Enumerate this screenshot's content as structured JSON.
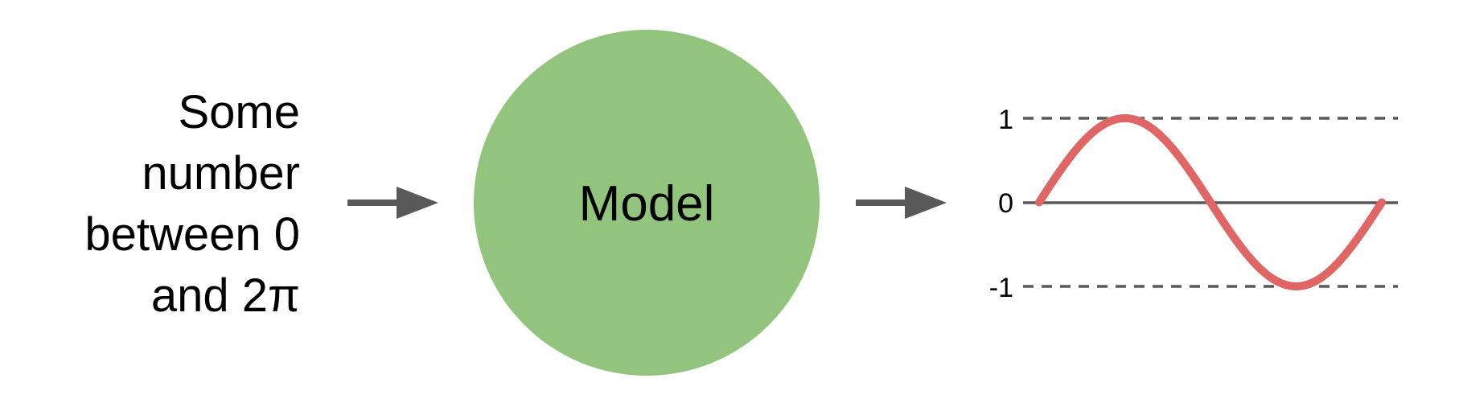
{
  "input": {
    "lines": [
      "Some",
      "number",
      "between 0",
      "and 2π"
    ]
  },
  "model": {
    "label": "Model"
  },
  "output_plot": {
    "tick_labels": {
      "top": "1",
      "middle": "0",
      "bottom": "-1"
    }
  },
  "chart_data": {
    "type": "line",
    "function": "sine",
    "x": [
      0,
      0.7854,
      1.5708,
      2.3562,
      3.1416,
      3.927,
      4.7124,
      5.4978,
      6.2832
    ],
    "y": [
      0,
      0.7071,
      1,
      0.7071,
      0,
      -0.7071,
      -1,
      -0.7071,
      0
    ],
    "ylim": [
      -1,
      1
    ],
    "yticks": [
      "1",
      "0",
      "-1"
    ],
    "reference_lines": [
      {
        "y": 1,
        "style": "dashed"
      },
      {
        "y": 0,
        "style": "solid"
      },
      {
        "y": -1,
        "style": "dashed"
      }
    ]
  },
  "colors": {
    "circle_fill": "#93c47d",
    "arrow": "#595959",
    "sine_curve": "#e06666",
    "guide_lines": "#595959",
    "text": "#000000"
  }
}
